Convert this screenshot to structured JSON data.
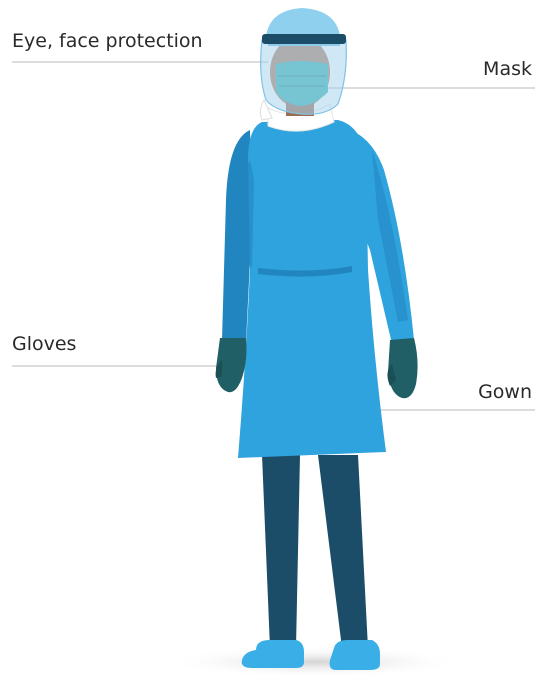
{
  "labels": {
    "eye_face_protection": "Eye, face protection",
    "mask": "Mask",
    "gloves": "Gloves",
    "gown": "Gown"
  },
  "colors": {
    "gown": "#2fa3dd",
    "gown_shadow": "#2185c0",
    "face_shield": "#a9d6ee",
    "mask": "#3ab0b2",
    "gloves": "#1f5f65",
    "pants": "#1c4d68",
    "shoe_covers": "#3aaee6",
    "skin": "#b07f63",
    "collar": "#ffffff",
    "leader_line": "#d0d0d0"
  },
  "icons": {
    "figure": "healthcare-worker-ppe-illustration"
  }
}
